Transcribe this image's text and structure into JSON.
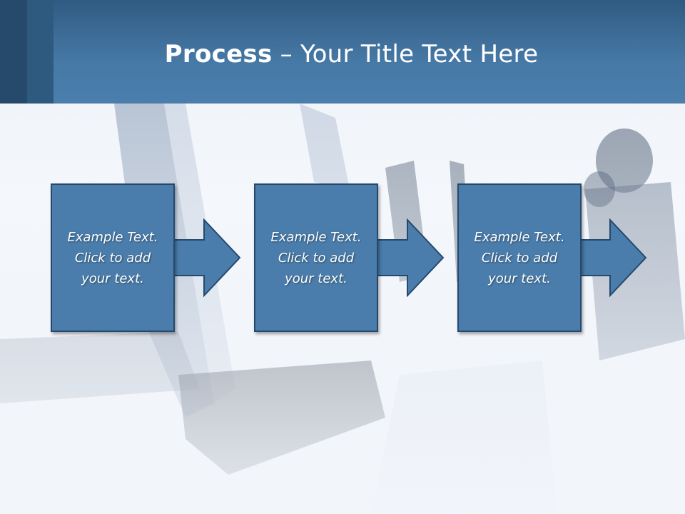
{
  "slide": {
    "title_bold": "Process",
    "title_rest": " – Your Title Text Here"
  },
  "steps": [
    {
      "text": "Example Text.\nClick  to add\nyour text."
    },
    {
      "text": "Example Text.\nClick  to add\nyour text."
    },
    {
      "text": "Example Text.\nClick  to add\nyour text."
    }
  ],
  "colors": {
    "header": "#4779a6",
    "box_fill": "#4a7dab",
    "box_border": "#25496c"
  }
}
